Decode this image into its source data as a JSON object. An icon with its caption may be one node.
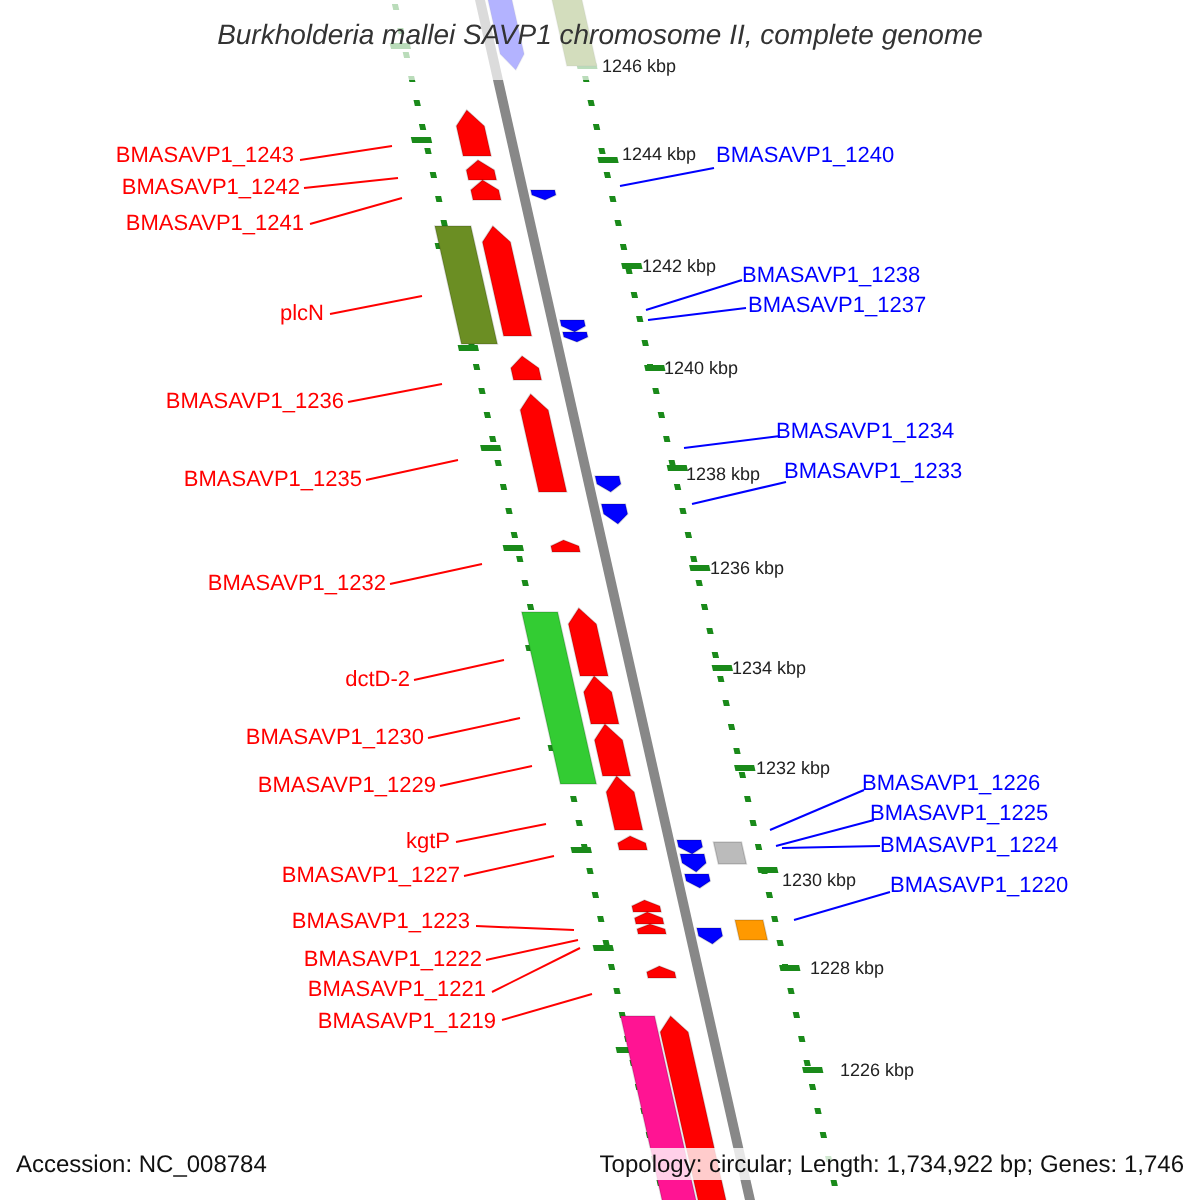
{
  "diagram": {
    "title": "Burkholderia mallei SAVP1 chromosome II, complete genome",
    "nodes": [
      {
        "text": [
          "BMASAVP1_1243"
        ]
      },
      {
        "text": [
          "BMASAVP1_1240"
        ]
      },
      {
        "text": [
          "BMASAVP1_1242"
        ]
      },
      {
        "text": [
          "BMASAVP1_1241"
        ]
      },
      {
        "text": [
          "BMASAVP1_1238"
        ]
      },
      {
        "text": [
          "BMASAVP1_1237"
        ]
      },
      {
        "text": [
          "plcN"
        ]
      },
      {
        "text": [
          "BMASAVP1_1236"
        ]
      },
      {
        "text": [
          "BMASAVP1_1234"
        ]
      },
      {
        "text": [
          "BMASAVP1_1233"
        ]
      },
      {
        "text": [
          "BMASAVP1_1235"
        ]
      },
      {
        "text": [
          "BMASAVP1_1232"
        ]
      },
      {
        "text": [
          "dctD-2"
        ]
      },
      {
        "text": [
          "BMASAVP1_1230"
        ]
      },
      {
        "text": [
          "BMASAVP1_1226"
        ]
      },
      {
        "text": [
          "BMASAVP1_1229"
        ]
      },
      {
        "text": [
          "BMASAVP1_1225"
        ]
      },
      {
        "text": [
          "kgtP"
        ]
      },
      {
        "text": [
          "BMASAVP1_1224"
        ]
      },
      {
        "text": [
          "BMASAVP1_1227"
        ]
      },
      {
        "text": [
          "BMASAVP1_1220"
        ]
      },
      {
        "text": [
          "BMASAVP1_1223"
        ]
      },
      {
        "text": [
          "BMASAVP1_1222"
        ]
      },
      {
        "text": [
          "BMASAVP1_1221"
        ]
      },
      {
        "text": [
          "BMASAVP1_1219"
        ]
      }
    ],
    "edges": [
      {
        "from": 0,
        "to": null,
        "arrow": "none"
      },
      {
        "from": 1,
        "to": null,
        "arrow": "none",
        "color": "#0000ff"
      },
      {
        "from": 2,
        "to": null,
        "arrow": "none"
      },
      {
        "from": 3,
        "to": null,
        "arrow": "none"
      },
      {
        "from": 4,
        "to": null,
        "arrow": "none",
        "color": "#0000ff"
      },
      {
        "from": 5,
        "to": null,
        "arrow": "none",
        "color": "#0000ff"
      },
      {
        "from": 6,
        "to": null,
        "arrow": "none"
      },
      {
        "from": 7,
        "to": null,
        "arrow": "none"
      },
      {
        "from": 8,
        "to": null,
        "arrow": "none",
        "color": "#0000ff"
      },
      {
        "from": 9,
        "to": null,
        "arrow": "none",
        "color": "#0000ff"
      },
      {
        "from": 10,
        "to": null,
        "arrow": "none"
      },
      {
        "from": 11,
        "to": null,
        "arrow": "none"
      },
      {
        "from": 12,
        "to": null,
        "arrow": "none"
      },
      {
        "from": 13,
        "to": null,
        "arrow": "none"
      },
      {
        "from": 14,
        "to": null,
        "arrow": "none",
        "color": "#0000ff"
      },
      {
        "from": 15,
        "to": null,
        "arrow": "none"
      },
      {
        "from": 16,
        "to": null,
        "arrow": "none",
        "color": "#0000ff"
      },
      {
        "from": 17,
        "to": null,
        "arrow": "none"
      },
      {
        "from": 18,
        "to": null,
        "arrow": "none",
        "color": "#0000ff"
      },
      {
        "from": 19,
        "to": null,
        "arrow": "none"
      },
      {
        "from": 20,
        "to": null,
        "arrow": "none",
        "color": "#0000ff"
      },
      {
        "from": 21,
        "to": null,
        "arrow": "none"
      },
      {
        "from": 22,
        "to": null,
        "arrow": "none"
      },
      {
        "from": 23,
        "to": null,
        "arrow": "none"
      },
      {
        "from": 24,
        "to": null,
        "arrow": "none"
      }
    ],
    "labels": [
      "1246 kbp",
      "1244 kbp",
      "1242 kbp",
      "1240 kbp",
      "1238 kbp",
      "1236 kbp",
      "1234 kbp",
      "1232 kbp",
      "1230 kbp",
      "1228 kbp",
      "1226 kbp",
      "Accession: NC_008784",
      "Topology: circular; Length: 1,734,922 bp; Genes: 1,746"
    ]
  }
}
